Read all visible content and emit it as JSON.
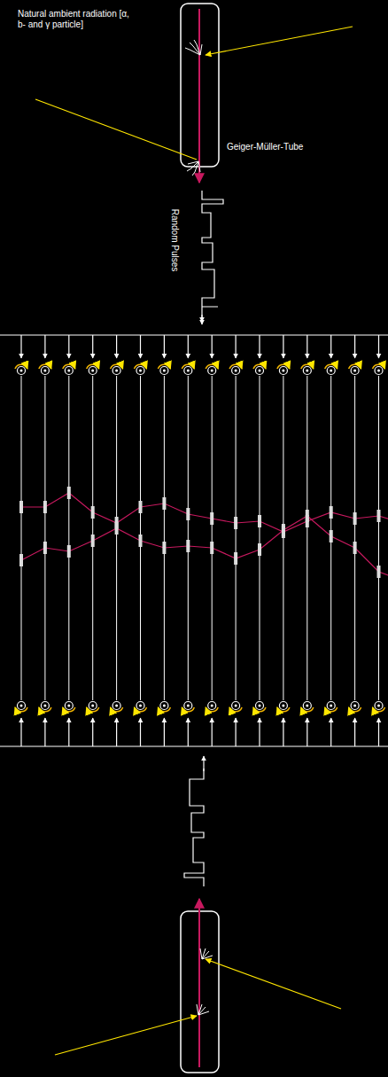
{
  "diagram": {
    "labels": [
      "Natural ambient radiation [α, b- and γ particle]",
      "Geiger-Müller-Tube",
      "Random Pulses"
    ]
  }
}
